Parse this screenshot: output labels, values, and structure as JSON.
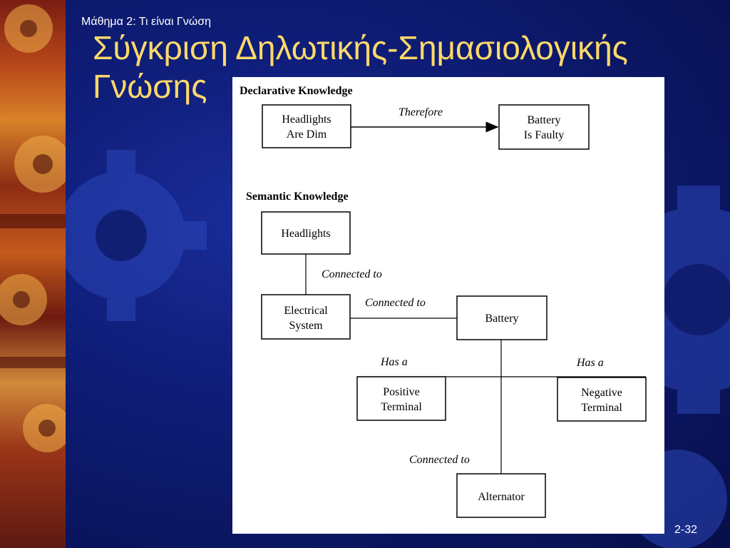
{
  "slide": {
    "header": "Μάθημα 2:  Τι είναι Γνώση",
    "title": "Σύγκριση Δηλωτικής-Σημασιολογικής Γνώσης",
    "page_number": "2-32"
  },
  "diagram": {
    "declarative": {
      "heading": "Declarative Knowledge",
      "source_line1": "Headlights",
      "source_line2": "Are Dim",
      "relation": "Therefore",
      "target_line1": "Battery",
      "target_line2": "Is Faulty"
    },
    "semantic": {
      "heading": "Semantic Knowledge",
      "nodes": {
        "headlights": "Headlights",
        "electrical_line1": "Electrical",
        "electrical_line2": "System",
        "battery": "Battery",
        "positive_line1": "Positive",
        "positive_line2": "Terminal",
        "negative_line1": "Negative",
        "negative_line2": "Terminal",
        "alternator": "Alternator"
      },
      "edges": {
        "headlights_electrical": "Connected to",
        "electrical_battery": "Connected to",
        "battery_positive": "Has a",
        "battery_negative": "Has a",
        "battery_alternator": "Connected to"
      }
    }
  }
}
